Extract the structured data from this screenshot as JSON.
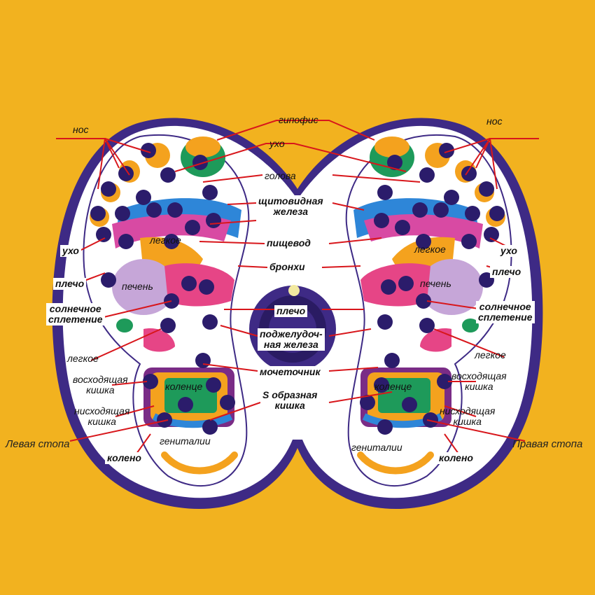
{
  "labels": {
    "gipofis": "гипофис",
    "ukho_top": "ухо",
    "golova": "голова",
    "shchitovidnaya_1": "щитовидная",
    "shchitovidnaya_2": "железа",
    "pishchevod": "пищевод",
    "bronkhi": "бронхи",
    "plecho_center": "плечо",
    "podzhel_1": "поджелудоч-",
    "podzhel_2": "ная железа",
    "mochetochnik": "мочеточник",
    "s_kishka_1": "S образная",
    "s_kishka_2": "кишка",
    "nos_left": "нос",
    "nos_right": "нос",
    "ukho_left": "ухо",
    "ukho_right": "ухо",
    "plecho_left": "плечо",
    "plecho_right": "плечо",
    "solnech_left_1": "солнечное",
    "solnech_left_2": "сплетение",
    "solnech_right_1": "солнечное",
    "solnech_right_2": "сплетение",
    "legkoe_left_out": "легкое",
    "legkoe_right_out": "легкое",
    "voskh_left_1": "восходящая",
    "voskh_left_2": "кишка",
    "voskh_right_1": "восходящая",
    "voskh_right_2": "кишка",
    "niskh_left_1": "нисходящая",
    "niskh_left_2": "кишка",
    "niskh_right_1": "нисходящая",
    "niskh_right_2": "кишка",
    "koleno_left": "колено",
    "koleno_right": "колено",
    "legkoe_left_in": "легкое",
    "legkoe_right_in": "легкое",
    "pechen_left": "печень",
    "pechen_right": "печень",
    "kolence_left": "коленце",
    "kolence_right": "коленце",
    "genitalii_left": "гениталии",
    "genitalii_right": "гениталии",
    "levaya_stopa": "Левая стопа",
    "pravaya_stopa": "Правая стопа"
  },
  "colors": {
    "background": "#F2B21F",
    "mat_border": "#3E2A85",
    "leader_line": "#D8161B",
    "bead": "#2B1C6B"
  }
}
